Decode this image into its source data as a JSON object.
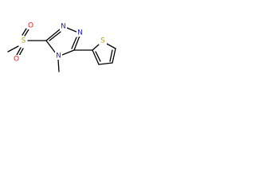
{
  "molecule": {
    "atoms": {
      "n_top": {
        "symbol": "N",
        "color": "#1f1fe0"
      },
      "n_right": {
        "symbol": "N",
        "color": "#1f1fe0"
      },
      "n_ring": {
        "symbol": "N",
        "color": "#1f1fe0"
      },
      "sulfonyl_s": {
        "symbol": "S",
        "color": "#b5a020"
      },
      "sulfonyl_o_top": {
        "symbol": "O",
        "color": "#e02020"
      },
      "sulfonyl_o_bottom": {
        "symbol": "O",
        "color": "#e02020"
      },
      "thiophene_s": {
        "symbol": "S",
        "color": "#b5a020"
      }
    },
    "bond_color": "#000000"
  }
}
